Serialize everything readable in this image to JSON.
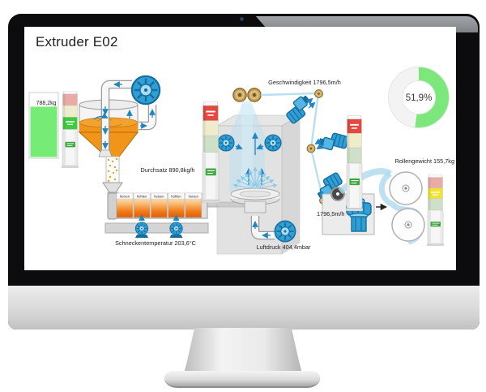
{
  "screen": {
    "title": "Extruder E02",
    "hopper_weight": "788,2kg",
    "throughput_label": "Durchsatz 890,8kg/h",
    "screw_temperature_label": "Schneckentemperatur 203,6°C",
    "speed_label": "Geschwindigkeit 1796,5m/h",
    "air_pressure_label": "Luftdruck 404,4mbar",
    "line_speed_label": "1796,5m/h",
    "roll_weight_label": "Rollengewicht 155,7kg",
    "gauge": {
      "label": "51,9%",
      "percent": 51.9,
      "color": "#7ce87c",
      "track_color": "#f3f3f3"
    },
    "barrel_zones": [
      "heizen",
      "kühlen",
      "heizen",
      "kühlen",
      "heizen"
    ],
    "signal_towers": [
      {
        "name": "hopper-tower",
        "lit": "green"
      },
      {
        "name": "blow-tower-left",
        "lit": "red"
      },
      {
        "name": "film-path-tower",
        "lit": "red"
      },
      {
        "name": "winder-tower",
        "lit": "yellow"
      }
    ],
    "status_colors": {
      "lit_red": "#e4483f",
      "lit_yellow": "#f2e32e",
      "lit_green": "#3ecb3e",
      "pale_red": "#e9aba6",
      "pale_yellow": "#eeeccb",
      "pale_green": "#cfe0c8"
    },
    "accents": {
      "machine_blue": "#2f9fd6",
      "material_orange": "#f0941a",
      "tank_green": "#76ec76",
      "film_blue": "#aed9ef"
    }
  }
}
